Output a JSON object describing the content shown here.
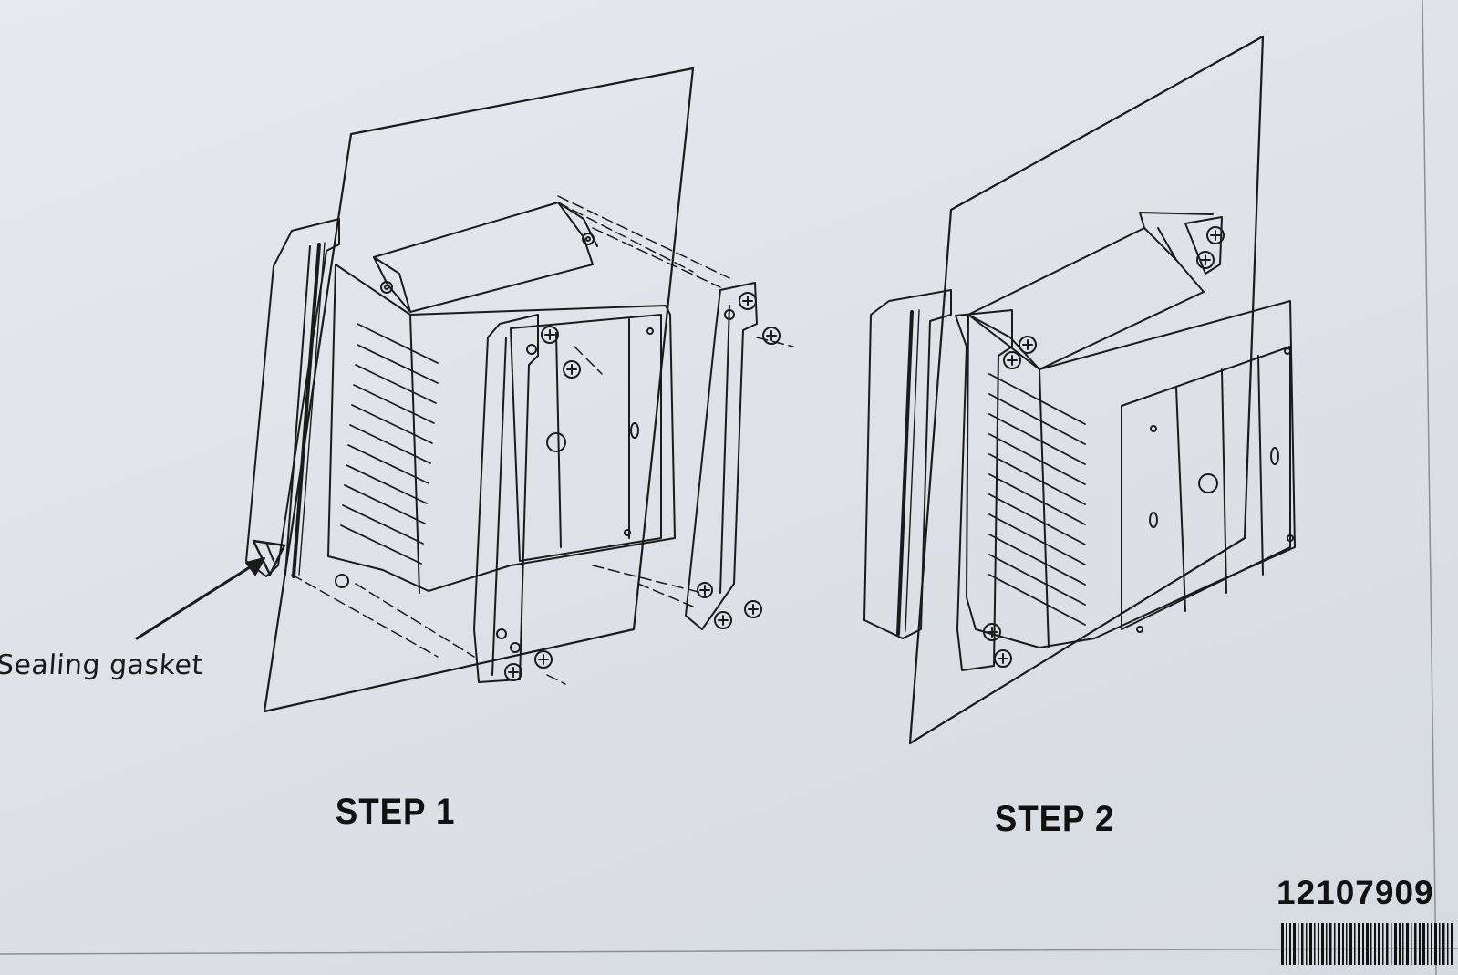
{
  "callout": {
    "label": "Sealing gasket"
  },
  "steps": [
    {
      "label": "STEP 1"
    },
    {
      "label": "STEP 2"
    }
  ],
  "document": {
    "number": "12107909"
  }
}
